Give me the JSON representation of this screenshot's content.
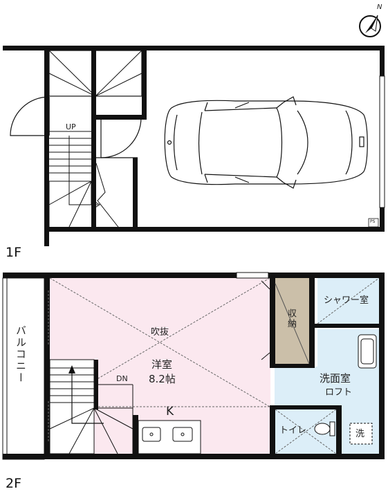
{
  "compass": {
    "north_label": "N"
  },
  "floor1": {
    "floor_label": "1F",
    "stair_label": "UP",
    "ps_label": "PS"
  },
  "floor2": {
    "floor_label": "2F",
    "stair_label": "DN",
    "balcony_label": "バルコニー",
    "western_room_name": "洋室",
    "western_room_size": "8.2帖",
    "void_label": "吹抜",
    "kitchen_label": "K",
    "storage_label": "収納",
    "shower_label": "シャワー室",
    "washroom_label": "洗面室",
    "loft_label": "ロフト",
    "toilet_label": "トイレ",
    "washer_label": "洗"
  },
  "colors": {
    "wall": "#111111",
    "western_room": "#fbe8ef",
    "wet_area": "#dceef8",
    "storage": "#cbbfa9"
  }
}
